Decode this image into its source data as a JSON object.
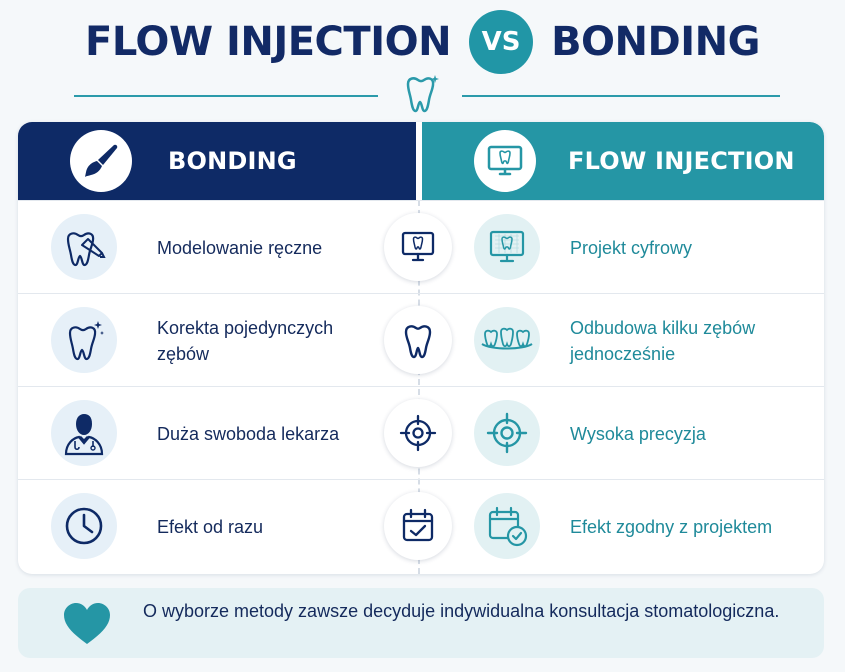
{
  "header": {
    "title_left": "FLOW INJECTION",
    "vs": "VS",
    "title_right": "BONDING"
  },
  "colors": {
    "navy": "#0e2a66",
    "teal": "#2596a5",
    "light_blue": "#e6f0f8",
    "light_teal": "#e2f1f3"
  },
  "columns": {
    "left": {
      "label": "BONDING",
      "icon": "brush-icon"
    },
    "right": {
      "label": "FLOW INJECTION",
      "icon": "monitor-tooth-icon"
    }
  },
  "rows": [
    {
      "left_icon": "tooth-tool-icon",
      "left_text": "Modelowanie ręczne",
      "mid_icon": "monitor-tooth-icon",
      "right_icon": "digital-scan-icon",
      "right_text": "Projekt cyfrowy"
    },
    {
      "left_icon": "sparkle-tooth-icon",
      "left_text": "Korekta pojedynczych zębów",
      "mid_icon": "tooth-icon",
      "right_icon": "multiple-teeth-icon",
      "right_text": "Odbudowa kilku zębów jednocześnie"
    },
    {
      "left_icon": "doctor-icon",
      "left_text": "Duża swoboda lekarza",
      "mid_icon": "target-icon",
      "right_icon": "target-icon",
      "right_text": "Wysoka precyzja"
    },
    {
      "left_icon": "clock-icon",
      "left_text": "Efekt od razu",
      "mid_icon": "calendar-check-icon",
      "right_icon": "calendar-check-icon",
      "right_text": "Efekt zgodny z projektem"
    }
  ],
  "footer": {
    "icon": "heart-icon",
    "text": "O wyborze metody zawsze decyduje indywidualna konsultacja stomatologiczna."
  }
}
